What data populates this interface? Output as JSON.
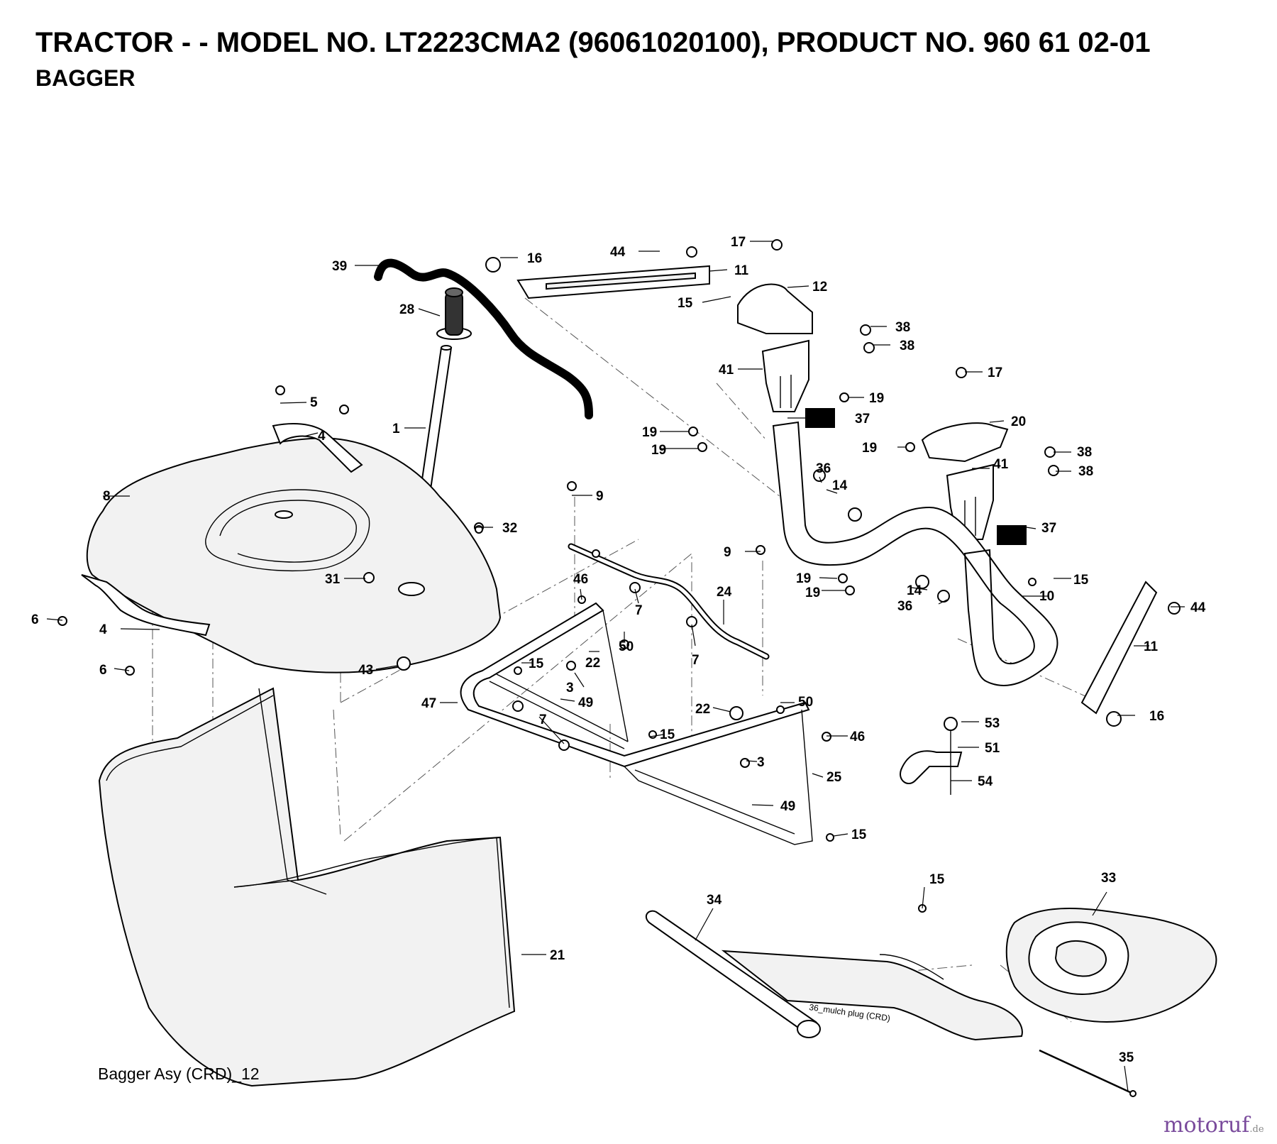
{
  "header": {
    "title": "TRACTOR - - MODEL NO. LT2223CMA2 (96061020100), PRODUCT NO. 960 61 02-01",
    "subtitle": "BAGGER"
  },
  "footer": {
    "caption": "Bagger Asy (CRD)_12",
    "mulch_label": "36_mulch plug (CRD)"
  },
  "watermark": {
    "brand": "motoruf",
    "tld": ".de"
  },
  "callouts": [
    "1",
    "3",
    "3",
    "4",
    "4",
    "5",
    "6",
    "6",
    "7",
    "7",
    "7",
    "8",
    "9",
    "9",
    "10",
    "11",
    "11",
    "12",
    "14",
    "14",
    "15",
    "15",
    "15",
    "15",
    "15",
    "15",
    "16",
    "16",
    "17",
    "17",
    "19",
    "19",
    "19",
    "19",
    "19",
    "19",
    "20",
    "21",
    "22",
    "22",
    "24",
    "25",
    "28",
    "31",
    "32",
    "33",
    "34",
    "35",
    "36",
    "36",
    "37",
    "37",
    "38",
    "38",
    "38",
    "38",
    "39",
    "41",
    "41",
    "43",
    "44",
    "44",
    "46",
    "46",
    "47",
    "49",
    "49",
    "50",
    "50",
    "51",
    "53",
    "54"
  ]
}
